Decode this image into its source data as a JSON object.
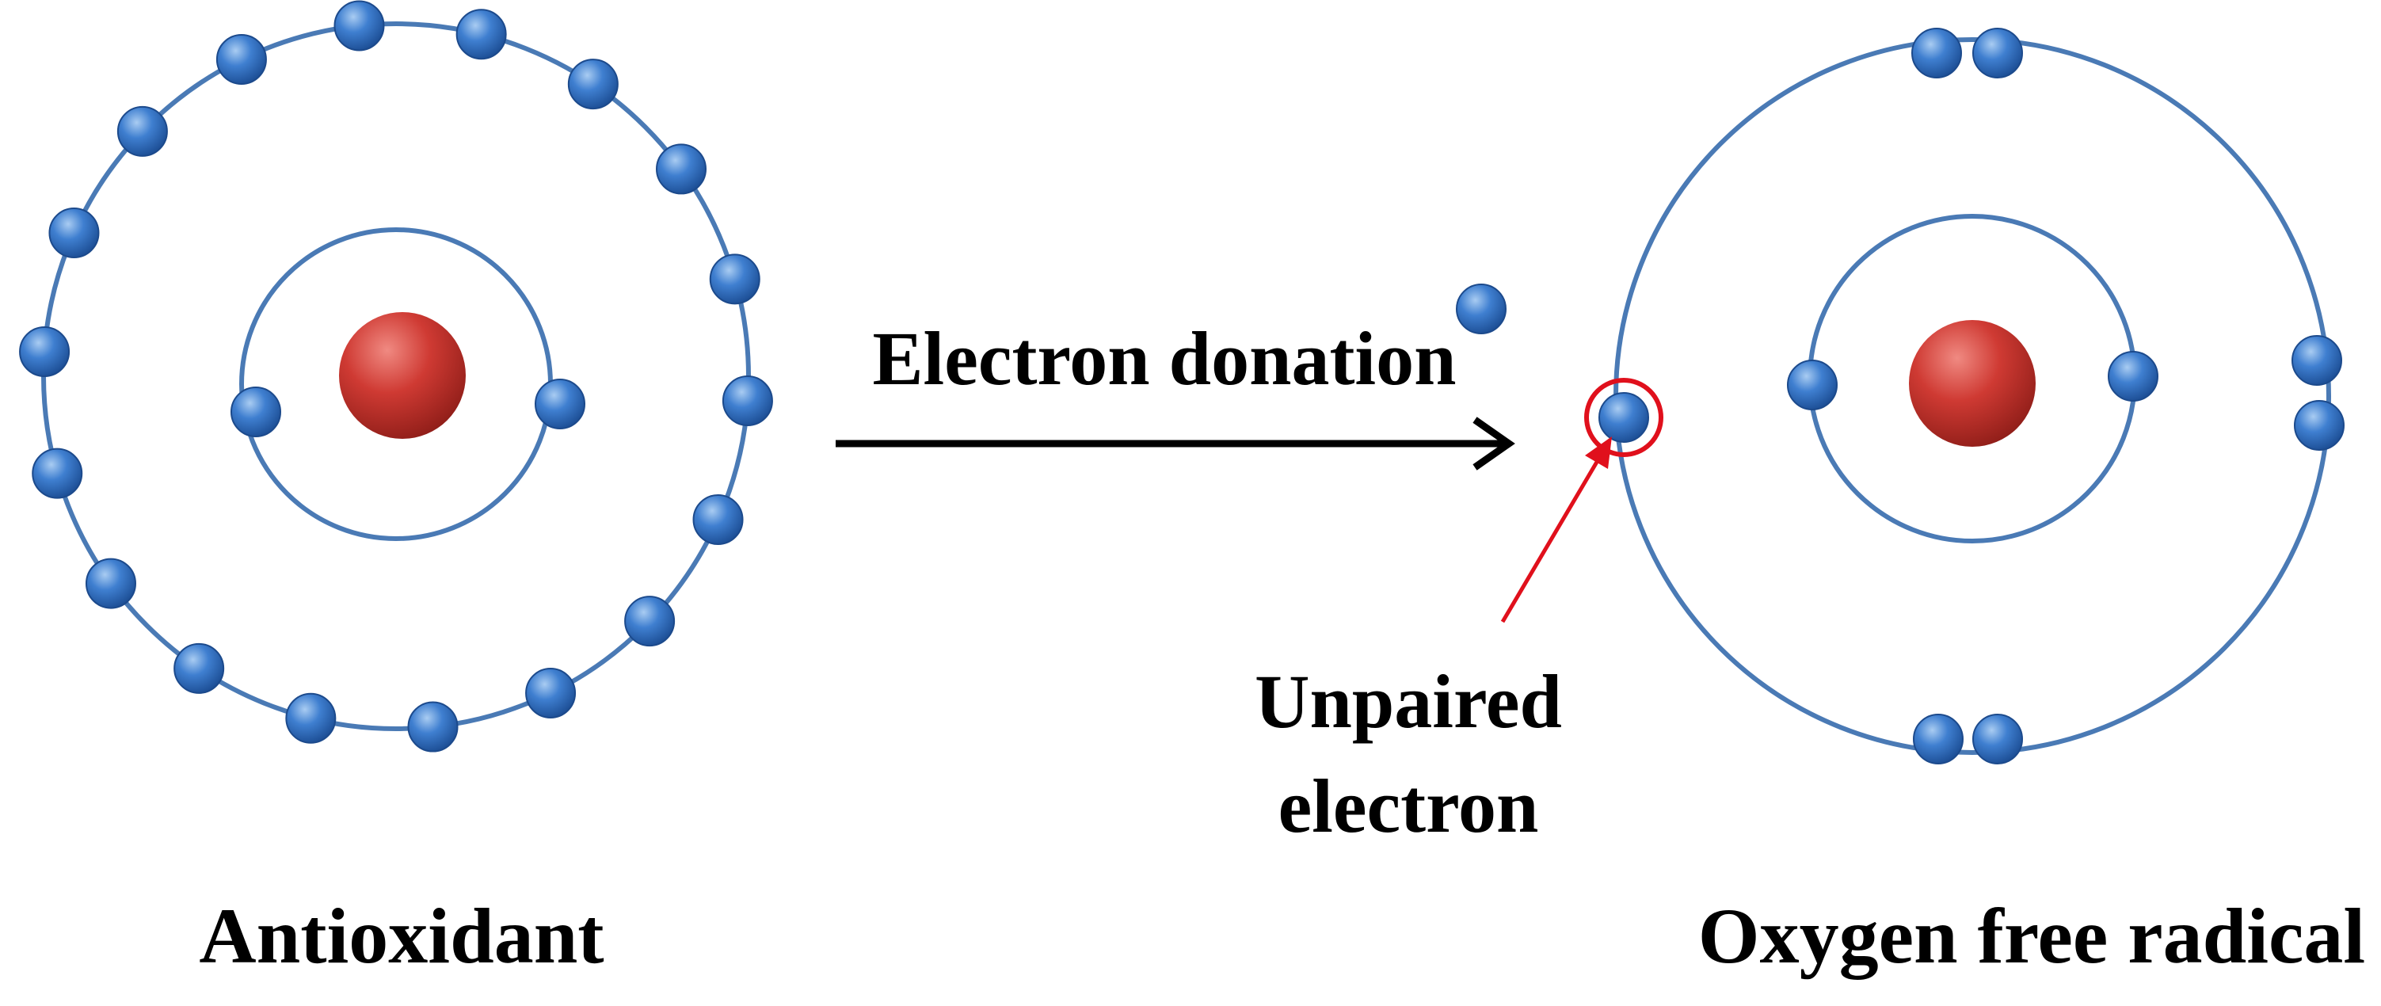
{
  "labels": {
    "left_atom": "Antioxidant",
    "right_atom": "Oxygen free radical",
    "arrow": "Electron donation",
    "unpaired_line1": "Unpaired",
    "unpaired_line2": "electron"
  },
  "atoms": {
    "antioxidant": {
      "inner_shell_electrons": 2,
      "outer_shell_electrons": 18
    },
    "oxygen_free_radical": {
      "inner_shell_electrons": 2,
      "outer_shell_electrons": 7,
      "unpaired_electrons": 1
    },
    "donated_electrons": 1
  },
  "colors": {
    "nucleus": "#c0302c",
    "electron": "#2f6fc4",
    "orbit": "#4a7ab5",
    "arrow": "#000000",
    "highlight": "#e0101c"
  }
}
